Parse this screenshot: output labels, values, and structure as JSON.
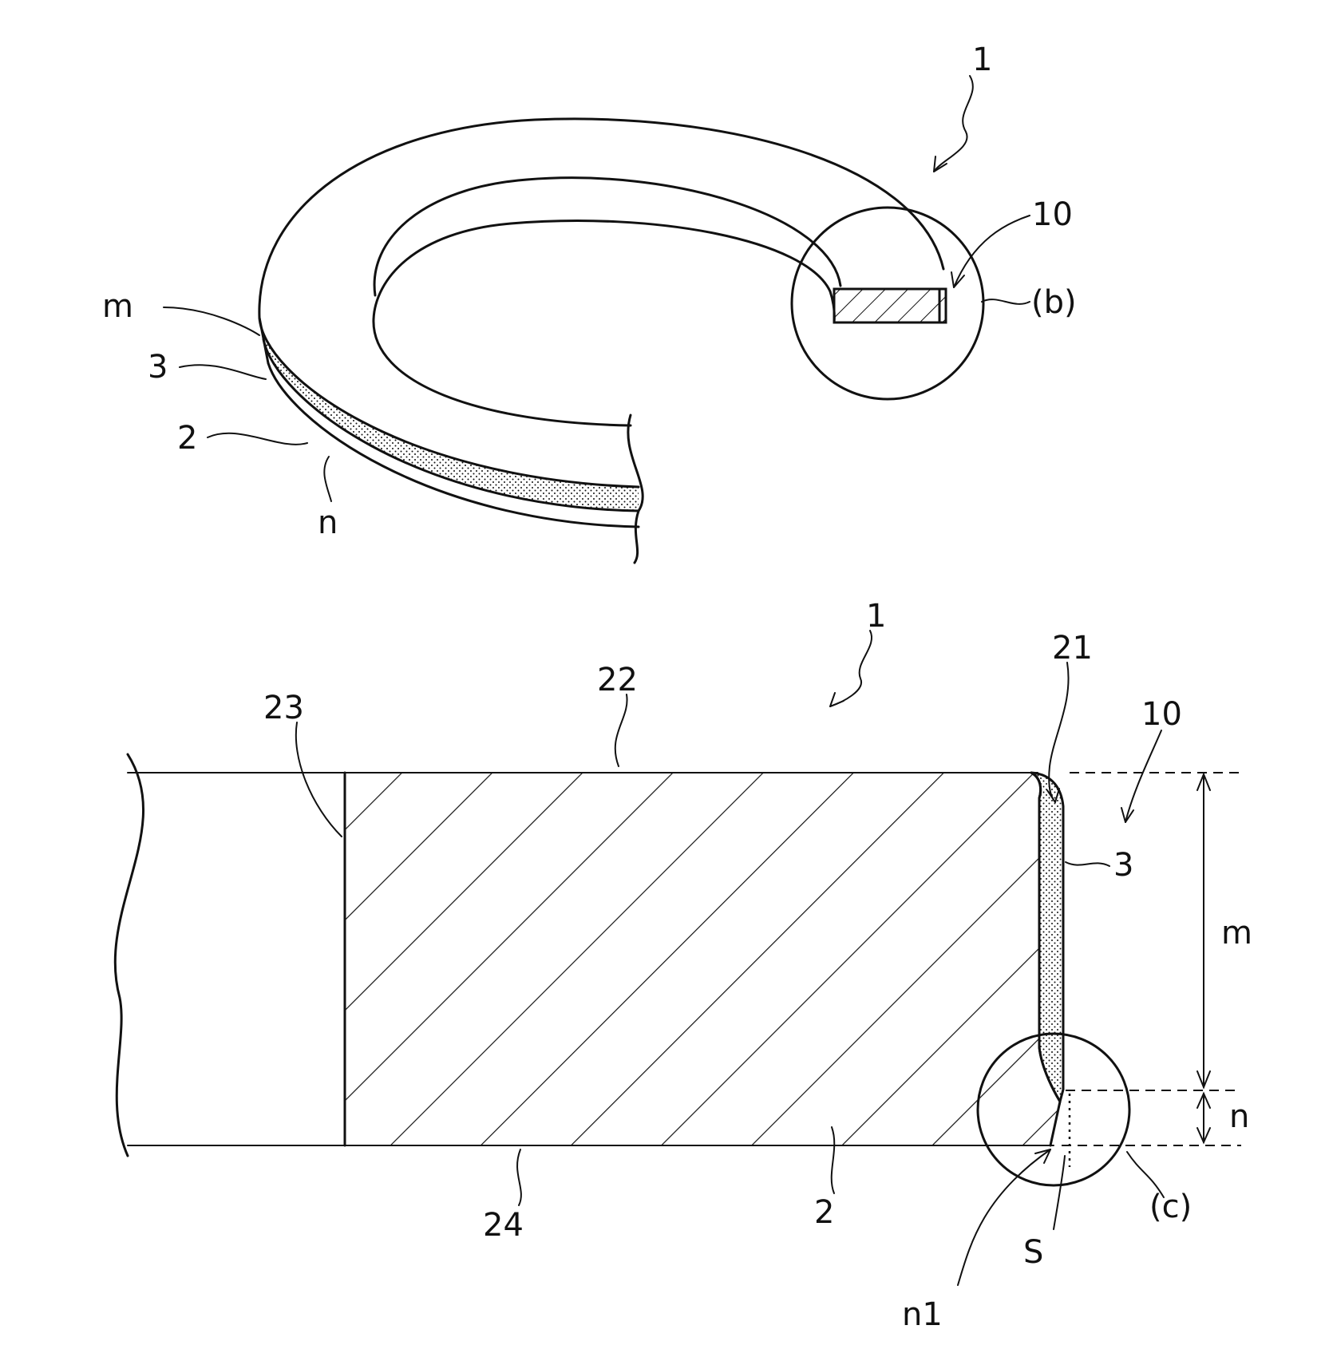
{
  "top_figure": {
    "ref_part": "1",
    "ref_detail": "10",
    "ref_view": "(b)",
    "ref_m": "m",
    "ref_coating": "3",
    "ref_base": "2",
    "ref_n": "n"
  },
  "bottom_figure": {
    "ref_part": "1",
    "ref_21": "21",
    "ref_22": "22",
    "ref_23": "23",
    "ref_10": "10",
    "ref_coating": "3",
    "ref_m": "m",
    "ref_n": "n",
    "ref_view": "(c)",
    "ref_24": "24",
    "ref_base": "2",
    "ref_s": "S",
    "ref_n1": "n1"
  },
  "colors": {
    "ink": "#111111",
    "paper": "#ffffff"
  }
}
